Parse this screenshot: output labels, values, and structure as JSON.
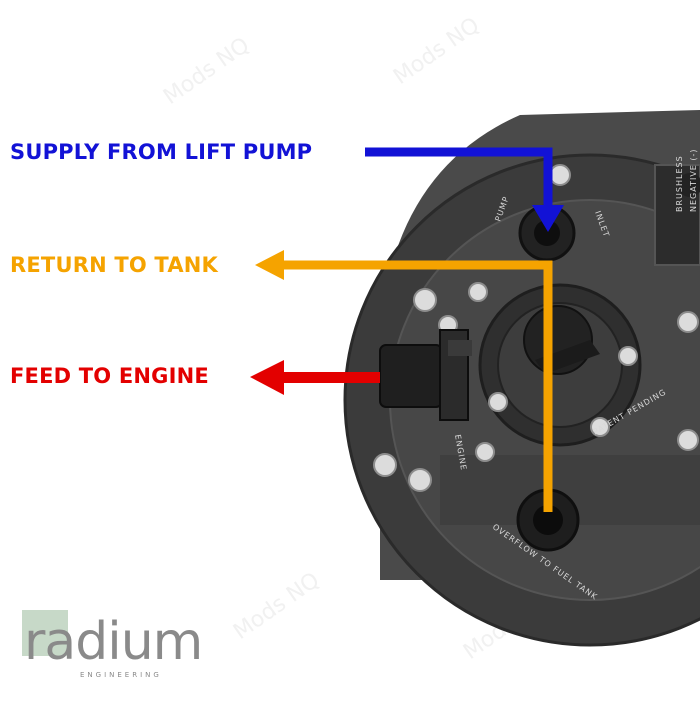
{
  "labels": {
    "supply": "SUPPLY FROM LIFT PUMP",
    "return": "RETURN TO TANK",
    "feed": "FEED TO ENGINE"
  },
  "ports": {
    "pump": "PUMP",
    "inlet": "INLET",
    "engine": "ENGINE",
    "overflow": "OVERFLOW TO FUEL TANK",
    "brushless": "BRUSHLESS",
    "negative": "NEGATIVE (-)",
    "patent": "PATENT PENDING"
  },
  "watermark": "Mods NQ",
  "brand": {
    "name": "radium",
    "tagline": "ENGINEERING"
  },
  "colors": {
    "supply": "#1212d6",
    "return": "#f5a300",
    "feed": "#e30000",
    "housing": "#3a3a3a",
    "bolt": "#dcdcdc"
  }
}
